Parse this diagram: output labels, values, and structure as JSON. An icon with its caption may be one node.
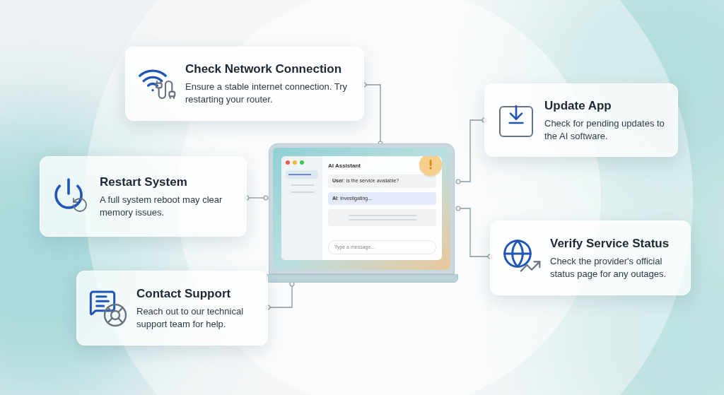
{
  "diagram": {
    "nodes": [
      {
        "text": [
          "AI Assistant",
          "**User**: Is the service available?",
          "**AI**: Investigating...",
          "Type a message..."
        ]
      },
      {
        "text": [
          "Check Network Connection",
          "Ensure a stable internet connection. Try restarting your router."
        ]
      },
      {
        "text": [
          "Update App",
          "Check for pending updates to the AI software."
        ]
      },
      {
        "text": [
          "Restart System",
          "A full system reboot may clear memory issues."
        ]
      },
      {
        "text": [
          "Verify Service Status",
          "Check the provider's official status page for any outages."
        ]
      },
      {
        "text": [
          "Contact Support",
          "Reach out to our technical support team for help."
        ]
      }
    ],
    "edges": [
      {
        "from": 1,
        "to": 0,
        "arrow": "other"
      },
      {
        "from": 2,
        "to": 0,
        "arrow": "other"
      },
      {
        "from": 3,
        "to": 0,
        "arrow": "other"
      },
      {
        "from": 4,
        "to": 0,
        "arrow": "other"
      },
      {
        "from": 5,
        "to": 0,
        "arrow": "other"
      }
    ]
  }
}
